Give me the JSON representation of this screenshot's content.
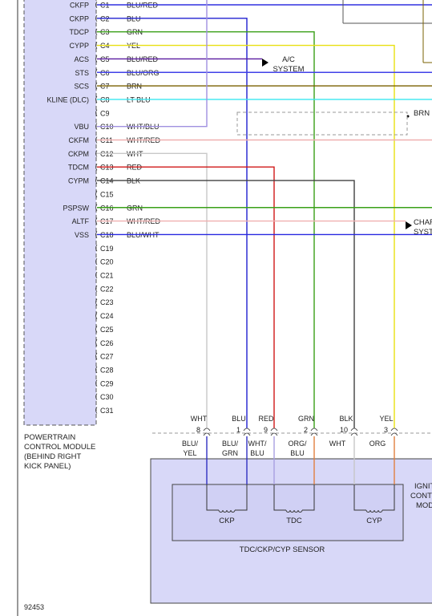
{
  "pcm": {
    "pin_labels": [
      {
        "pin": "C1",
        "signal": "CKFP"
      },
      {
        "pin": "C2",
        "signal": "CKPP"
      },
      {
        "pin": "C3",
        "signal": "TDCP"
      },
      {
        "pin": "C4",
        "signal": "CYPP"
      },
      {
        "pin": "C5",
        "signal": "ACS"
      },
      {
        "pin": "C6",
        "signal": "STS"
      },
      {
        "pin": "C7",
        "signal": "SCS"
      },
      {
        "pin": "C8",
        "signal": "KLINE (DLC)"
      },
      {
        "pin": "C9",
        "signal": ""
      },
      {
        "pin": "C10",
        "signal": "VBU"
      },
      {
        "pin": "C11",
        "signal": "CKFM"
      },
      {
        "pin": "C12",
        "signal": "CKPM"
      },
      {
        "pin": "C13",
        "signal": "TDCM"
      },
      {
        "pin": "C14",
        "signal": "CYPM"
      },
      {
        "pin": "C15",
        "signal": ""
      },
      {
        "pin": "C16",
        "signal": "PSPSW"
      },
      {
        "pin": "C17",
        "signal": "ALTF"
      },
      {
        "pin": "C18",
        "signal": "VSS"
      },
      {
        "pin": "C19",
        "signal": ""
      },
      {
        "pin": "C20",
        "signal": ""
      },
      {
        "pin": "C21",
        "signal": ""
      },
      {
        "pin": "C22",
        "signal": ""
      },
      {
        "pin": "C23",
        "signal": ""
      },
      {
        "pin": "C24",
        "signal": ""
      },
      {
        "pin": "C25",
        "signal": ""
      },
      {
        "pin": "C26",
        "signal": ""
      },
      {
        "pin": "C27",
        "signal": ""
      },
      {
        "pin": "C28",
        "signal": ""
      },
      {
        "pin": "C29",
        "signal": ""
      },
      {
        "pin": "C30",
        "signal": ""
      },
      {
        "pin": "C31",
        "signal": ""
      }
    ],
    "caption": [
      "POWERTRAIN",
      "CONTROL MODULE",
      "(BEHIND RIGHT",
      "KICK PANEL)"
    ]
  },
  "wires": [
    {
      "pin": "C1",
      "color_label": "BLU/RED",
      "stroke": "#3030e0"
    },
    {
      "pin": "C2",
      "color_label": "BLU",
      "stroke": "#2020d0"
    },
    {
      "pin": "C3",
      "color_label": "GRN",
      "stroke": "#3aa018"
    },
    {
      "pin": "C4",
      "color_label": "YEL",
      "stroke": "#e8e010"
    },
    {
      "pin": "C5",
      "color_label": "BLU/RED",
      "stroke": "#5a1aa0"
    },
    {
      "pin": "C6",
      "color_label": "BLU/ORG",
      "stroke": "#4040e8"
    },
    {
      "pin": "C7",
      "color_label": "BRN",
      "stroke": "#7a6000"
    },
    {
      "pin": "C8",
      "color_label": "LT BLU",
      "stroke": "#38e8f0"
    },
    {
      "pin": "C9",
      "color_label": "",
      "stroke": ""
    },
    {
      "pin": "C10",
      "color_label": "WHT/BLU",
      "stroke": "#a090e0"
    },
    {
      "pin": "C11",
      "color_label": "WHT/RED",
      "stroke": "#f0b0b0"
    },
    {
      "pin": "C12",
      "color_label": "WHT",
      "stroke": "#c8c8c8"
    },
    {
      "pin": "C13",
      "color_label": "RED",
      "stroke": "#d01818"
    },
    {
      "pin": "C14",
      "color_label": "BLK",
      "stroke": "#404040"
    },
    {
      "pin": "C15",
      "color_label": "",
      "stroke": ""
    },
    {
      "pin": "C16",
      "color_label": "GRN",
      "stroke": "#3aa018"
    },
    {
      "pin": "C17",
      "color_label": "WHT/RED",
      "stroke": "#f0b0b0"
    },
    {
      "pin": "C18",
      "color_label": "BLU/WHT",
      "stroke": "#2828e0"
    }
  ],
  "ac_system": [
    "A/C",
    "SYSTEM"
  ],
  "brn_label": "BRN",
  "char_system": [
    "CHAR",
    "SYST"
  ],
  "connector": [
    {
      "pin_no": "8",
      "top": "WHT",
      "bottom": "BLU/\nYEL"
    },
    {
      "pin_no": "1",
      "top": "BLU",
      "bottom": "BLU/\nGRN"
    },
    {
      "pin_no": "9",
      "top": "RED",
      "bottom": "WHT/\nBLU"
    },
    {
      "pin_no": "2",
      "top": "GRN",
      "bottom": "ORG/\nBLU"
    },
    {
      "pin_no": "10",
      "top": "BLK",
      "bottom": "WHT"
    },
    {
      "pin_no": "3",
      "top": "YEL",
      "bottom": "ORG"
    }
  ],
  "sensor": {
    "name": "TDC/CKP/CYP SENSOR",
    "coils": [
      "CKP",
      "TDC",
      "CYP"
    ]
  },
  "ignition": [
    "IGNIT",
    "CONT",
    "MOD"
  ],
  "figure_code": "92453"
}
